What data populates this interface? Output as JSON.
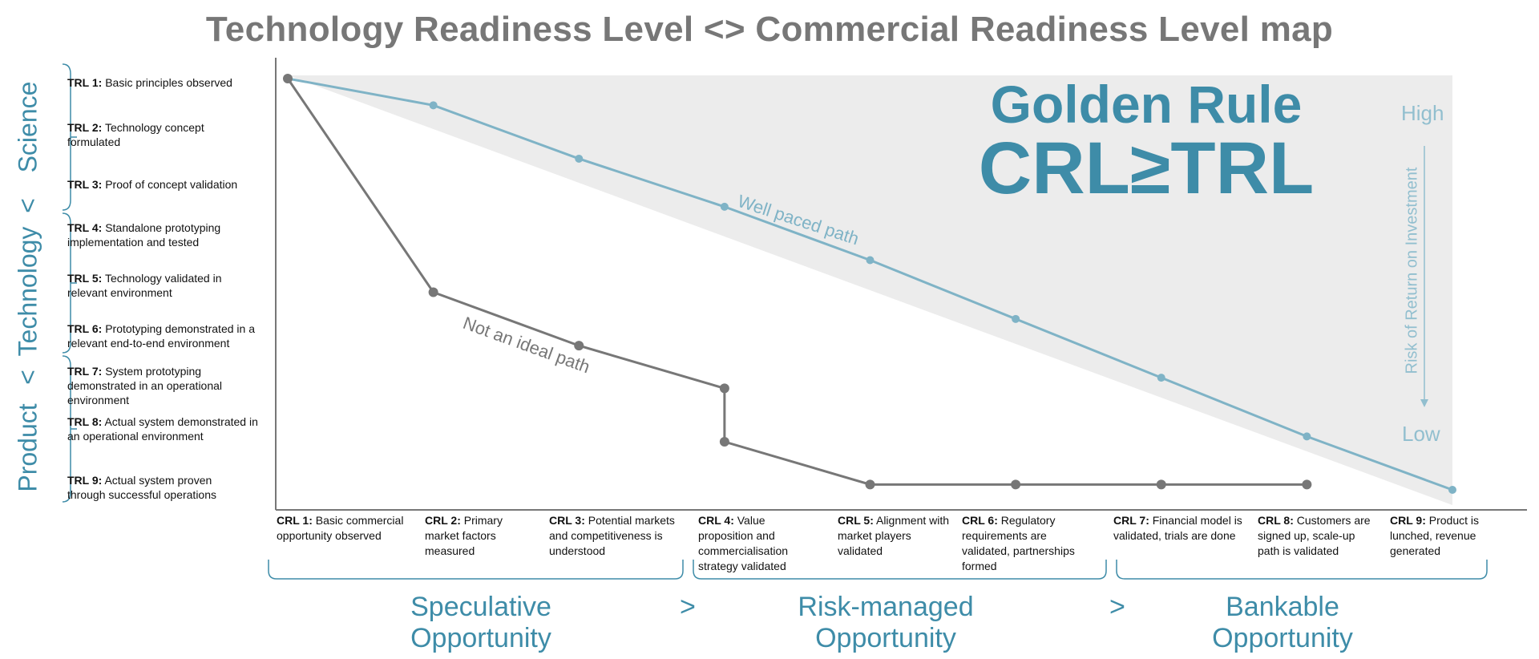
{
  "title": "Technology Readiness Level <> Commercial Readiness Level map",
  "side_labels": {
    "science": "Science",
    "technology": "Technology",
    "product": "Product",
    "lt1": "<",
    "lt2": "<"
  },
  "trl": [
    {
      "tag": "TRL 1:",
      "text": "Basic principles observed"
    },
    {
      "tag": "TRL 2:",
      "text": "Technology concept formulated"
    },
    {
      "tag": "TRL 3:",
      "text": "Proof of concept validation"
    },
    {
      "tag": "TRL 4:",
      "text": "Standalone prototyping implementation and tested"
    },
    {
      "tag": "TRL 5:",
      "text": "Technology validated in relevant environment"
    },
    {
      "tag": "TRL 6:",
      "text": "Prototyping demonstrated in a relevant end-to-end environment"
    },
    {
      "tag": "TRL 7:",
      "text": "System prototyping demonstrated in an operational environment"
    },
    {
      "tag": "TRL 8:",
      "text": "Actual system demonstrated in an operational environment"
    },
    {
      "tag": "TRL 9:",
      "text": "Actual system proven through successful operations"
    }
  ],
  "crl": [
    {
      "tag": "CRL 1:",
      "text": "Basic commercial opportunity observed"
    },
    {
      "tag": "CRL 2:",
      "text": "Primary market factors measured"
    },
    {
      "tag": "CRL 3:",
      "text": "Potential markets and competitiveness is understood"
    },
    {
      "tag": "CRL 4:",
      "text": "Value proposition and commercialisation strategy validated"
    },
    {
      "tag": "CRL 5:",
      "text": "Alignment with market players validated"
    },
    {
      "tag": "CRL 6:",
      "text": "Regulatory requirements are validated, partnerships formed"
    },
    {
      "tag": "CRL 7:",
      "text": "Financial model is validated, trials are done"
    },
    {
      "tag": "CRL 8:",
      "text": "Customers are signed up, scale-up path is validated"
    },
    {
      "tag": "CRL 9:",
      "text": "Product is lunched, revenue generated"
    }
  ],
  "phases": [
    {
      "line1": "Speculative",
      "line2": "Opportunity"
    },
    {
      "line1": "Risk-managed",
      "line2": "Opportunity"
    },
    {
      "line1": "Bankable",
      "line2": "Opportunity"
    }
  ],
  "phase_separator": ">",
  "golden_rule": {
    "line1": "Golden Rule",
    "line2": "CRL≥TRL"
  },
  "risk_axis": {
    "high": "High",
    "low": "Low",
    "label": "Risk of Return on Investment"
  },
  "colors": {
    "blue": "#3e8ca8",
    "light_blue": "#7fb3c6",
    "gray": "#777777",
    "shade": "#ececec"
  },
  "chart_data": {
    "type": "line",
    "x_axis": "CRL",
    "y_axis": "TRL",
    "series": [
      {
        "name": "Well paced path",
        "points": [
          [
            1,
            1
          ],
          [
            2,
            1.5
          ],
          [
            3,
            2.5
          ],
          [
            4,
            3.4
          ],
          [
            5,
            4.4
          ],
          [
            6,
            5.5
          ],
          [
            7,
            6.6
          ],
          [
            8,
            7.7
          ],
          [
            9,
            8.7
          ]
        ]
      },
      {
        "name": "Not an ideal path",
        "points": [
          [
            1,
            1
          ],
          [
            2,
            5
          ],
          [
            3,
            6
          ],
          [
            4,
            6.8
          ],
          [
            4,
            7.8
          ],
          [
            5,
            8.6
          ],
          [
            6,
            8.6
          ],
          [
            7,
            8.6
          ],
          [
            8,
            8.6
          ]
        ]
      }
    ]
  }
}
